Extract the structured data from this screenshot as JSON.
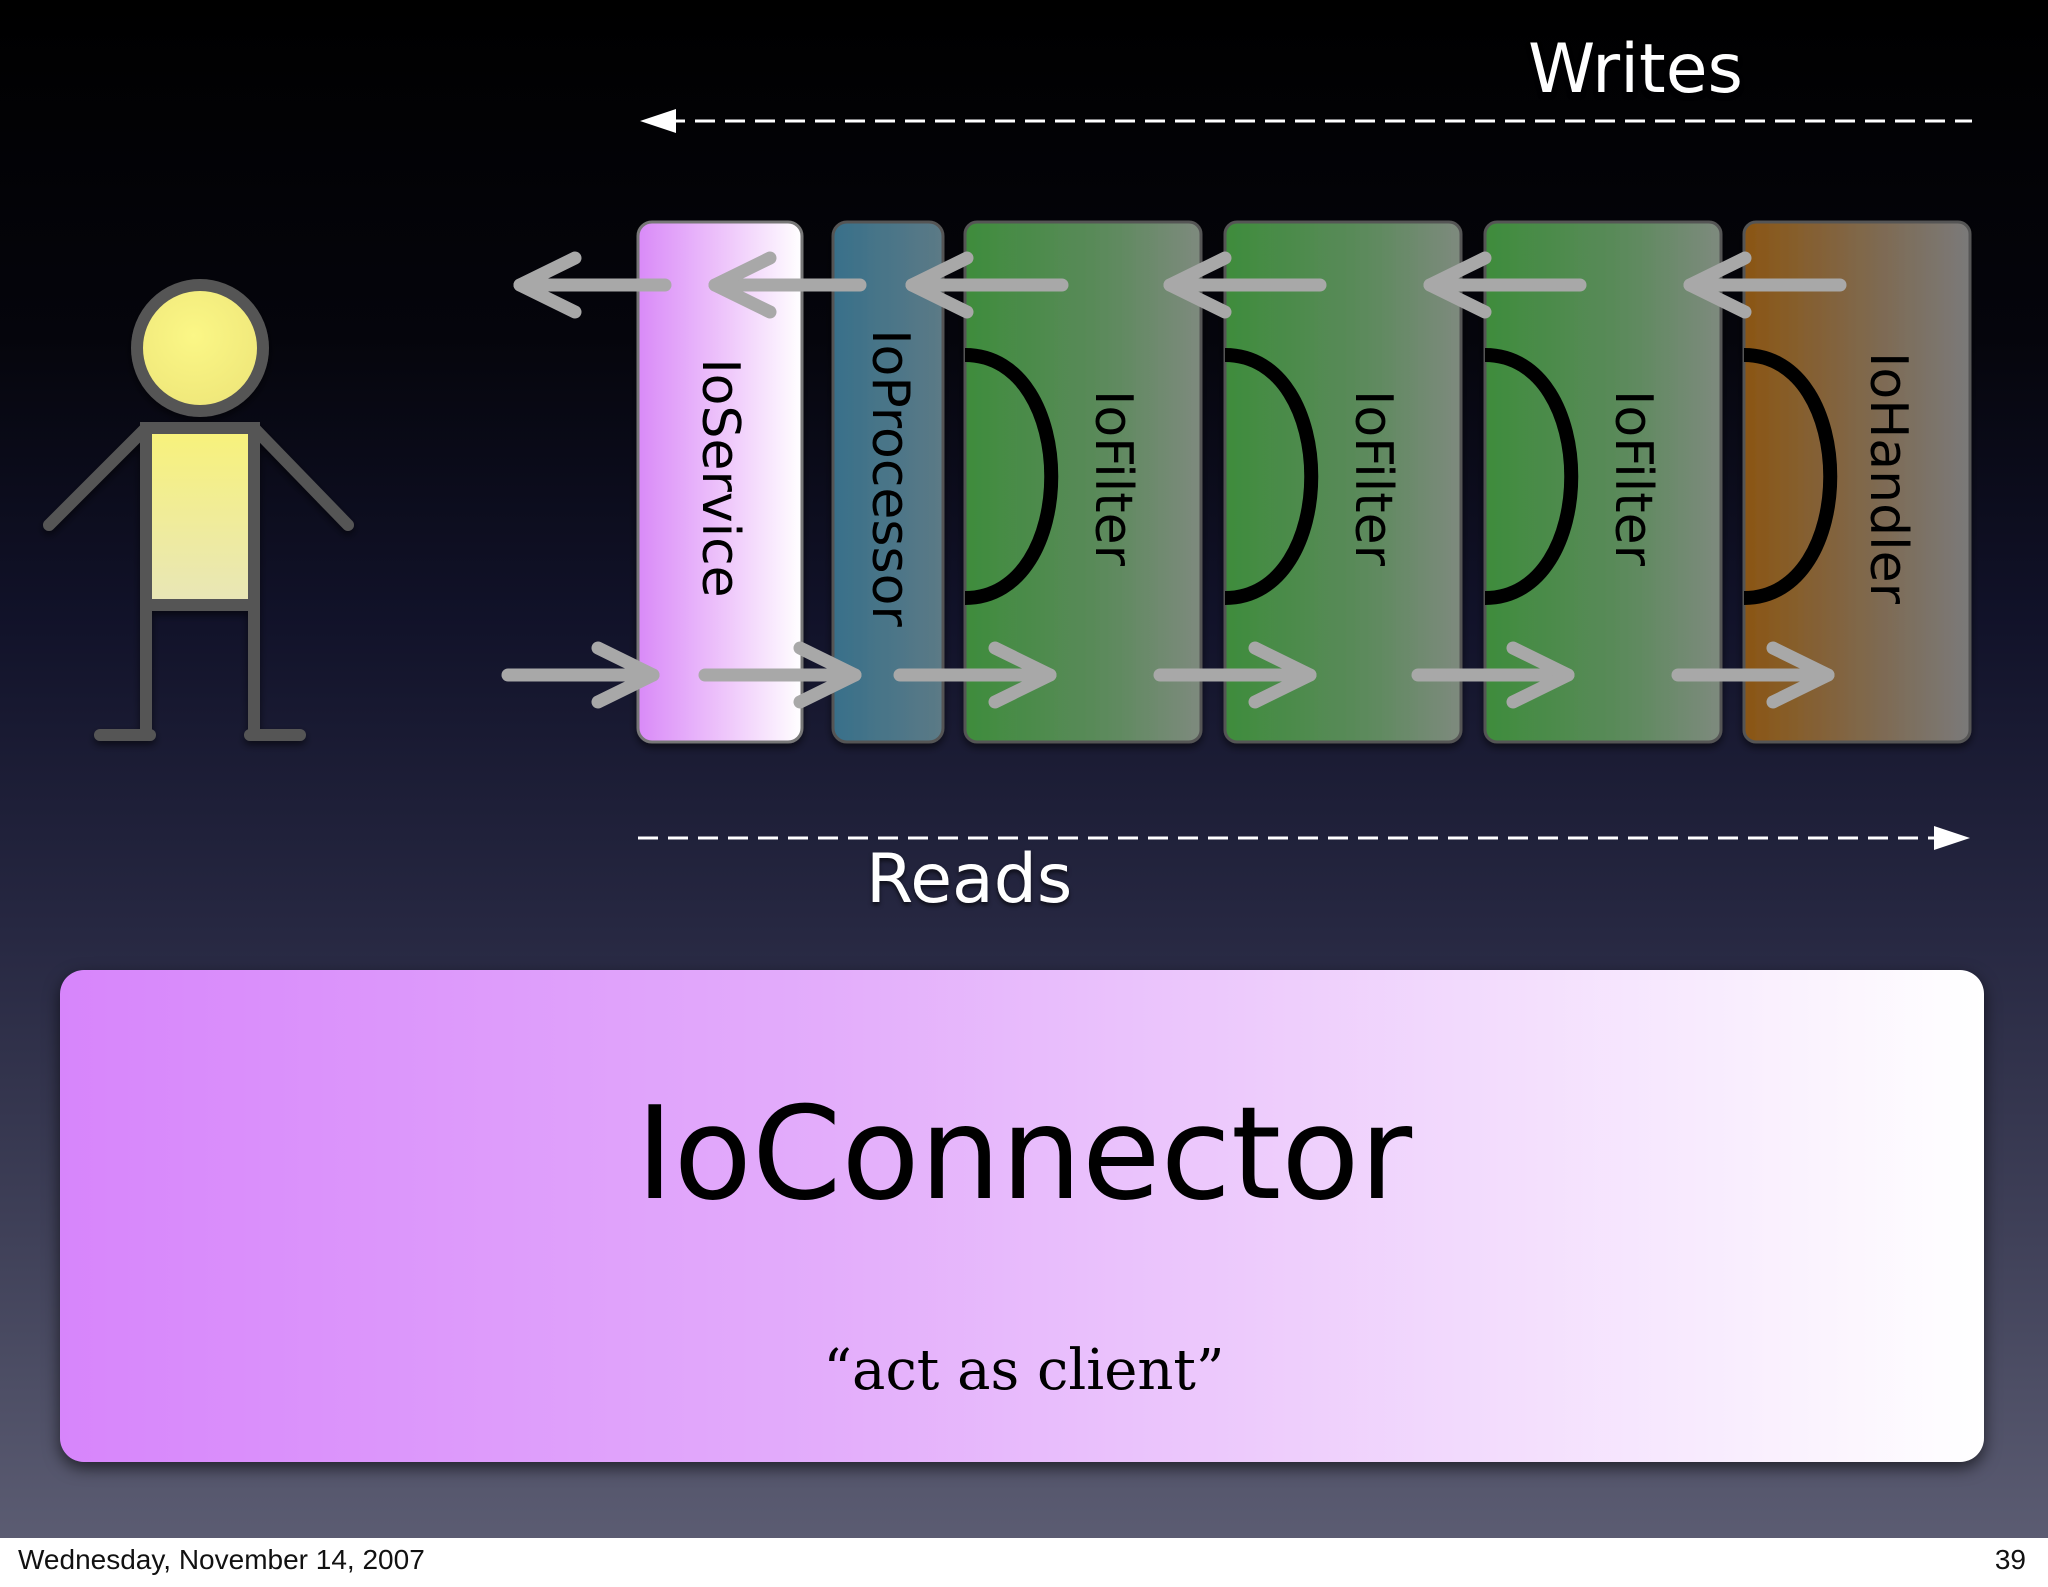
{
  "slide": {
    "writes_label": "Writes",
    "reads_label": "Reads",
    "components": [
      "IoService",
      "IoProcessor",
      "IoFilter",
      "IoFilter",
      "IoFilter",
      "IoHandler"
    ],
    "connector": {
      "title": "IoConnector",
      "subtitle": "“act as client”"
    }
  },
  "footer": {
    "date": "Wednesday, November 14, 2007",
    "page": "39"
  },
  "colors": {
    "service": "#e6a8f8",
    "processor": "#3d6e86",
    "filter": "#4a8b4a",
    "handler": "#8a5a22",
    "arrow": "#a8a8a8",
    "person_fill": "#f4f08a",
    "person_outline": "#555555"
  },
  "icons": [
    "user-figure-icon",
    "arrow-left-icon",
    "arrow-right-icon"
  ]
}
